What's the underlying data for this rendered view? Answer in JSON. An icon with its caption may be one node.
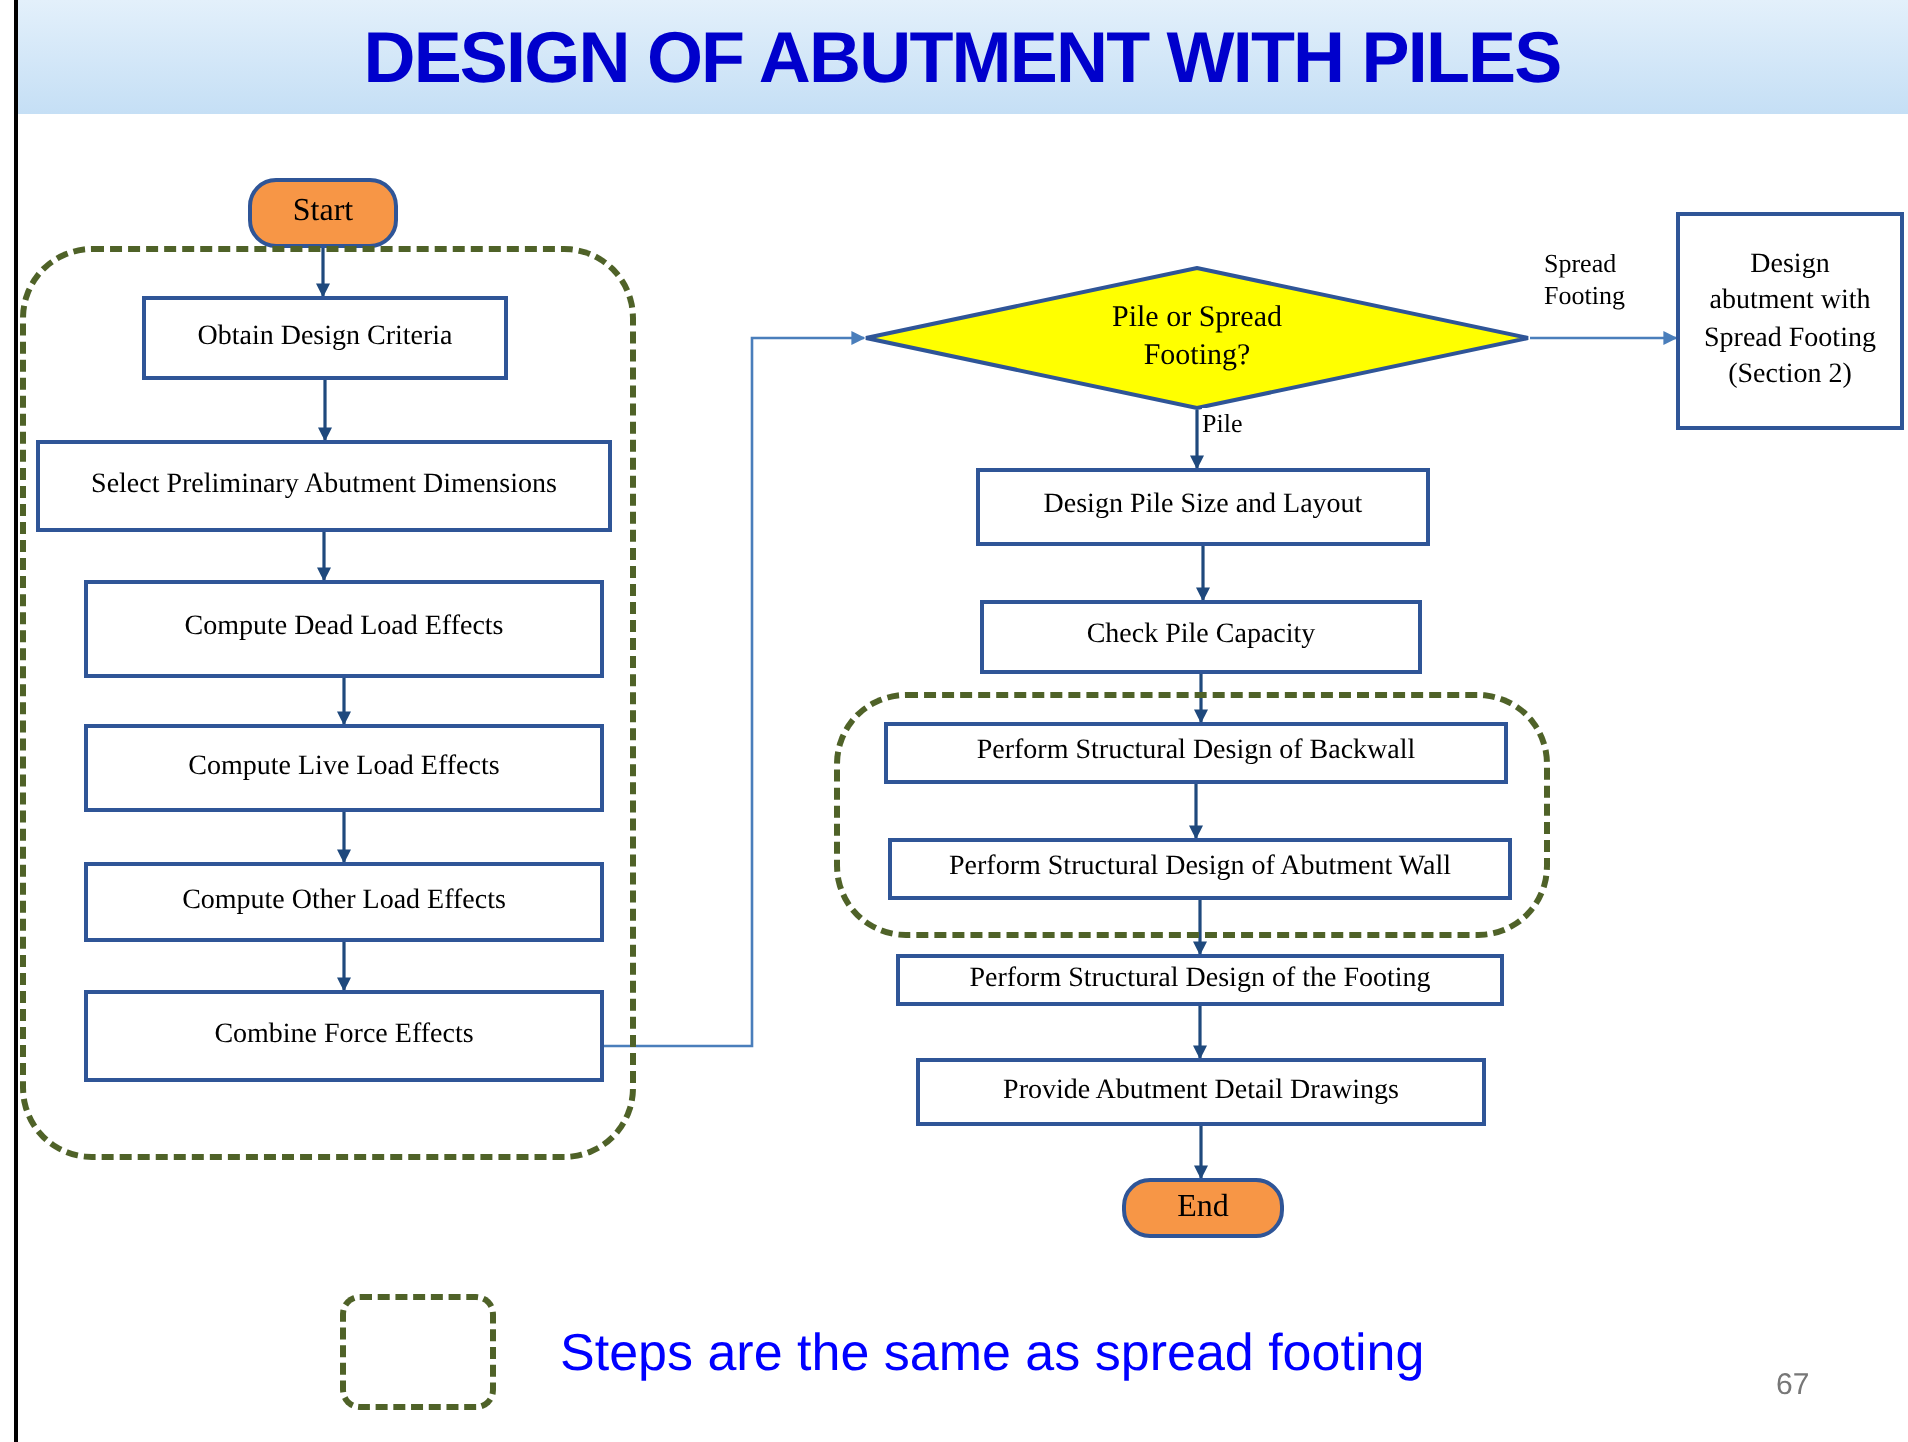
{
  "diagram": {
    "title": "DESIGN OF ABUTMENT WITH PILES",
    "nodes": [
      {
        "text": [
          "Start"
        ]
      },
      {
        "text": [],
        "shape": "box"
      },
      {
        "text": [
          "Obtain Design Criteria"
        ],
        "in": 1
      },
      {
        "text": [
          "Select Preliminary Abutment Dimensions"
        ],
        "in": 1
      },
      {
        "text": [
          "Compute Dead Load Effects"
        ],
        "in": 1
      },
      {
        "text": [
          "Compute Live Load Effects"
        ],
        "in": 1
      },
      {
        "text": [
          "Compute Other Load Effects"
        ],
        "in": 1
      },
      {
        "text": [
          "Combine Force Effects"
        ],
        "in": 1
      },
      {
        "text": [
          "Pile or Spread Footing?"
        ]
      },
      {
        "text": [
          "Design abutment with Spread Footing (Section 2)"
        ]
      },
      {
        "text": [
          "Design Pile Size and Layout"
        ]
      },
      {
        "text": [
          "Check Pile Capacity"
        ]
      },
      {
        "text": [],
        "shape": "box"
      },
      {
        "text": [
          "Perform Structural Design of Backwall"
        ],
        "in": 12
      },
      {
        "text": [
          "Perform Structural Design of Abutment Wall"
        ],
        "in": 12
      },
      {
        "text": [
          "Perform Structural Design of the Footing"
        ]
      },
      {
        "text": [
          "Provide Abutment Detail Drawings"
        ]
      },
      {
        "text": [
          "End"
        ]
      }
    ],
    "edges": [
      {
        "from": 0,
        "to": 2,
        "arrow": "to"
      },
      {
        "from": 2,
        "to": 3,
        "arrow": "to"
      },
      {
        "from": 3,
        "to": 4,
        "arrow": "to"
      },
      {
        "from": 4,
        "to": 5,
        "arrow": "to"
      },
      {
        "from": 5,
        "to": 6,
        "arrow": "to"
      },
      {
        "from": 6,
        "to": 7,
        "arrow": "to"
      },
      {
        "from": 7,
        "to": 8,
        "arrow": "to",
        "color": "#4a7ebb"
      },
      {
        "from": 8,
        "to": 9,
        "arrow": "to",
        "label": "Spread Footing",
        "color": "#4a7ebb"
      },
      {
        "from": 8,
        "to": 10,
        "arrow": "to",
        "label": "Pile"
      },
      {
        "from": 10,
        "to": 11,
        "arrow": "to"
      },
      {
        "from": 11,
        "to": 13,
        "arrow": "to"
      },
      {
        "from": 13,
        "to": 14,
        "arrow": "to"
      },
      {
        "from": 14,
        "to": 15,
        "arrow": "to"
      },
      {
        "from": 15,
        "to": 16,
        "arrow": "to"
      },
      {
        "from": 16,
        "to": 17,
        "arrow": "to"
      }
    ],
    "labels": [
      "67"
    ],
    "legend": [
      {
        "text": "Steps are the same as spread footing"
      }
    ]
  }
}
